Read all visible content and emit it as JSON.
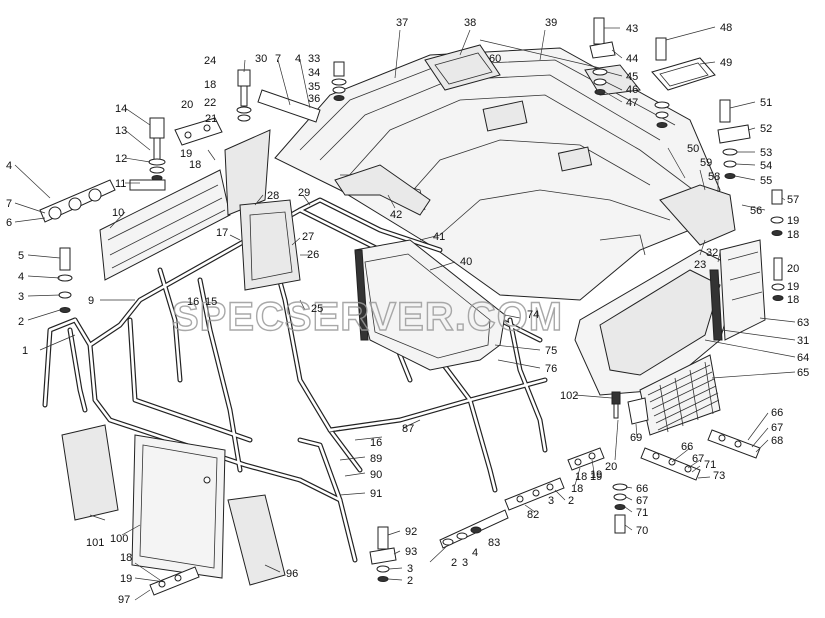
{
  "watermark": "SPECSERVER.COM",
  "labels": [
    "1",
    "2",
    "3",
    "4",
    "5",
    "9",
    "10",
    "6",
    "7",
    "4",
    "11",
    "12",
    "13",
    "14",
    "20",
    "19",
    "18",
    "21",
    "22",
    "18",
    "24",
    "30",
    "7",
    "4",
    "33",
    "34",
    "35",
    "36",
    "37",
    "38",
    "60",
    "39",
    "43",
    "44",
    "45",
    "46",
    "47",
    "48",
    "49",
    "51",
    "52",
    "53",
    "54",
    "55",
    "58",
    "59",
    "50",
    "57",
    "19",
    "18",
    "56",
    "20",
    "19",
    "18",
    "23",
    "32",
    "63",
    "31",
    "64",
    "65",
    "28",
    "29",
    "17",
    "15",
    "16",
    "27",
    "26",
    "25",
    "42",
    "41",
    "40",
    "74",
    "75",
    "76",
    "102",
    "69",
    "66",
    "67",
    "68",
    "66",
    "67",
    "71",
    "73",
    "20",
    "18",
    "19",
    "66",
    "67",
    "71",
    "70",
    "87",
    "16",
    "89",
    "90",
    "91",
    "82",
    "2",
    "3",
    "18",
    "19",
    "83",
    "4",
    "2",
    "3",
    "92",
    "93",
    "3",
    "2",
    "101",
    "100",
    "96",
    "18",
    "19",
    "97"
  ]
}
